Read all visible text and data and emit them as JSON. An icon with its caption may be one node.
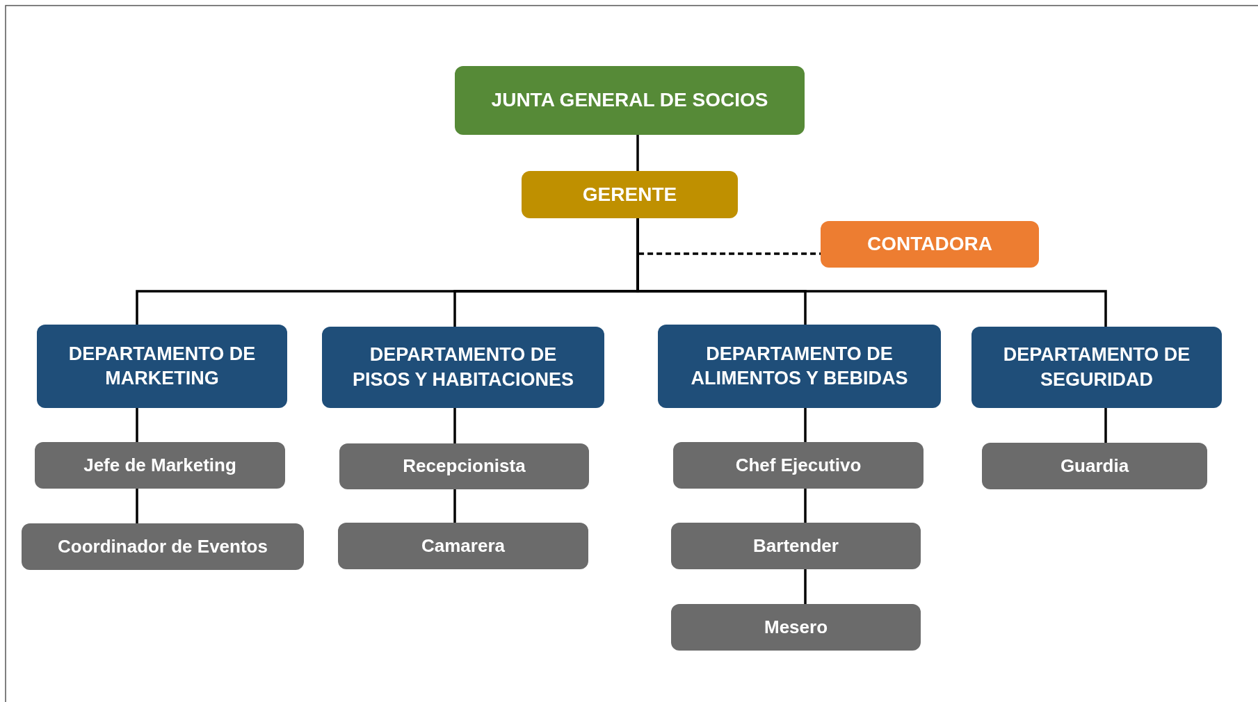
{
  "diagram": {
    "nodes": [
      {
        "text": [
          "JUNTA GENERAL DE SOCIOS"
        ]
      },
      {
        "text": [
          "GERENTE"
        ]
      },
      {
        "text": [
          "CONTADORA"
        ]
      },
      {
        "text": [
          "DEPARTAMENTO DE MARKETING"
        ]
      },
      {
        "text": [
          "DEPARTAMENTO DE PISOS Y HABITACIONES"
        ]
      },
      {
        "text": [
          "DEPARTAMENTO DE ALIMENTOS Y BEBIDAS"
        ]
      },
      {
        "text": [
          "DEPARTAMENTO DE SEGURIDAD"
        ]
      },
      {
        "text": [
          "Jefe de Marketing"
        ]
      },
      {
        "text": [
          "Recepcionista"
        ]
      },
      {
        "text": [
          "Chef Ejecutivo"
        ]
      },
      {
        "text": [
          "Guardia"
        ]
      },
      {
        "text": [
          "Coordinador de Eventos"
        ]
      },
      {
        "text": [
          "Camarera"
        ]
      },
      {
        "text": [
          "Bartender"
        ]
      },
      {
        "text": [
          "Mesero"
        ]
      }
    ],
    "edges": [
      {
        "from": 0,
        "to": 1,
        "arrow": "none"
      },
      {
        "from": 1,
        "to": 2,
        "arrow": "none",
        "style": "dashed"
      },
      {
        "from": 1,
        "to": 3,
        "arrow": "none"
      },
      {
        "from": 1,
        "to": 4,
        "arrow": "none"
      },
      {
        "from": 1,
        "to": 5,
        "arrow": "none"
      },
      {
        "from": 1,
        "to": 6,
        "arrow": "none"
      },
      {
        "from": 3,
        "to": 7,
        "arrow": "none"
      },
      {
        "from": 7,
        "to": 11,
        "arrow": "none"
      },
      {
        "from": 4,
        "to": 8,
        "arrow": "none"
      },
      {
        "from": 8,
        "to": 12,
        "arrow": "none"
      },
      {
        "from": 5,
        "to": 9,
        "arrow": "none"
      },
      {
        "from": 9,
        "to": 13,
        "arrow": "none"
      },
      {
        "from": 13,
        "to": 14,
        "arrow": "none"
      },
      {
        "from": 6,
        "to": 10,
        "arrow": "none"
      }
    ]
  }
}
